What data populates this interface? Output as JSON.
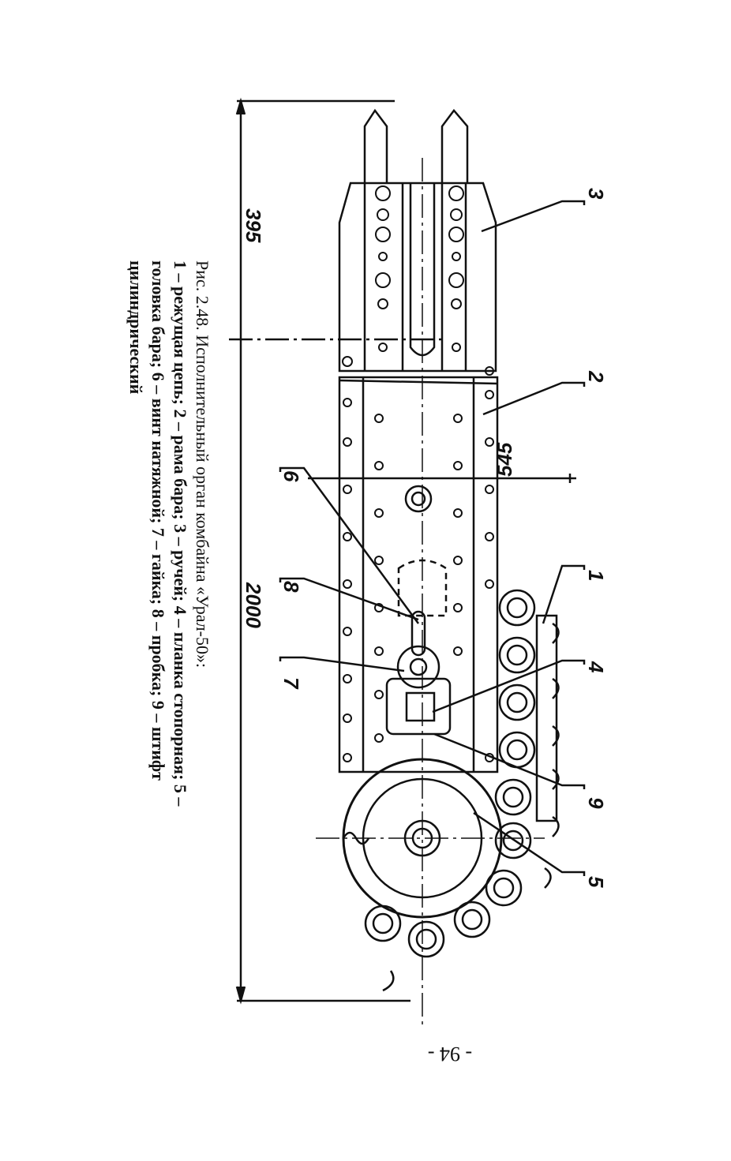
{
  "caption": {
    "title": "Рис. 2.48. Исполнительный орган комбайна «Урал-50»:",
    "line1": "1 – режущая цепь; 2 – рама бара; 3 – ручей; 4 – планка стопорная; 5 –",
    "line2": "головка бара; 6 – винт натяжной; 7 – гайка; 8 – пробка; 9 – штифт",
    "line3": "цилиндрический"
  },
  "dimensions": {
    "d395": "395",
    "d545": "545",
    "d2000": "2000"
  },
  "callouts": [
    "1",
    "2",
    "3",
    "4",
    "5",
    "6",
    "7",
    "8",
    "9"
  ],
  "page_number": "- 94 -"
}
